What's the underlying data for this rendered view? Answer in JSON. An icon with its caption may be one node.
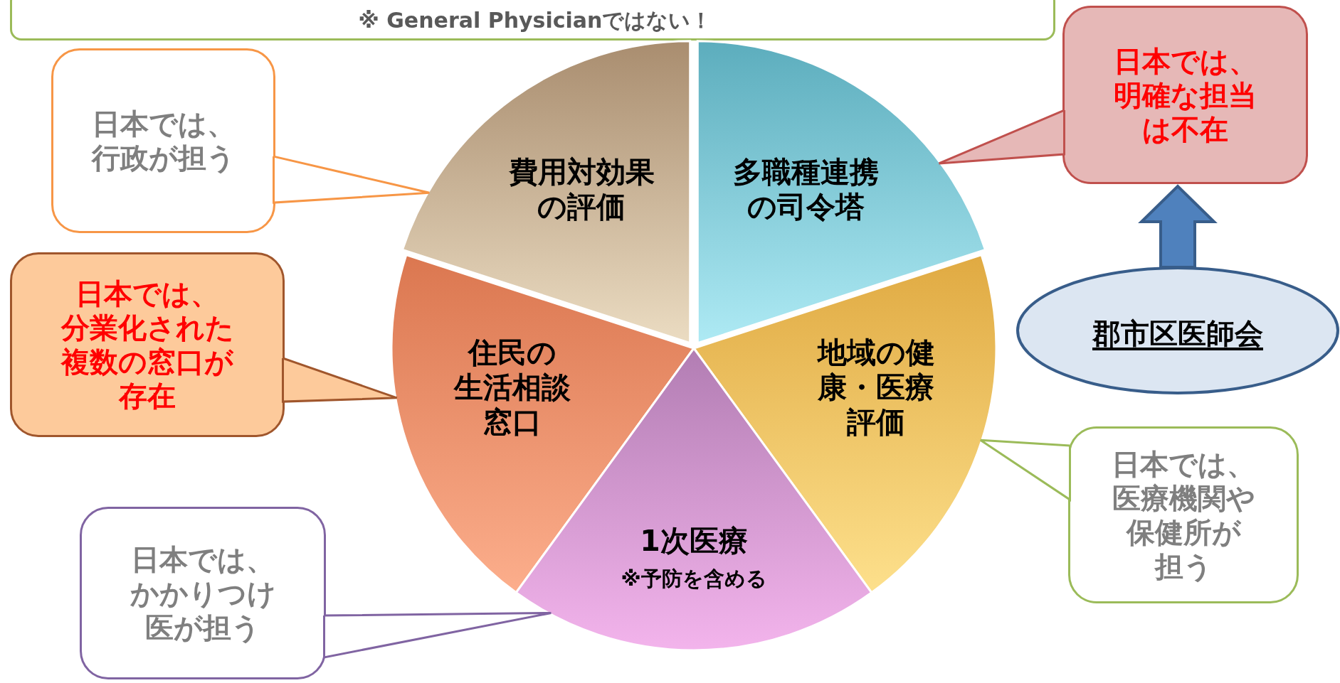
{
  "diagram": {
    "nodes": [
      {
        "text": [
          "※ General Physicianではない！"
        ]
      },
      {
        "text": [
          "日本では、行政が担う"
        ]
      },
      {
        "text": [
          "費用対効果の評価"
        ]
      },
      {
        "text": [
          "多職種連携の司令塔"
        ]
      },
      {
        "text": [
          "日本では、明確な担当は不在"
        ]
      },
      {
        "text": [
          "日本では、分業化された複数の窓口が存在"
        ]
      },
      {
        "text": [
          "住民の生活相談窓口"
        ]
      },
      {
        "text": [
          "地域の健康・医療評価"
        ]
      },
      {
        "text": [
          "郡市区医師会"
        ]
      },
      {
        "text": [
          "日本では、医療機関や保健所が担う"
        ]
      },
      {
        "text": [
          "1次医療",
          "※予防を含める"
        ]
      },
      {
        "text": [
          "日本では、かかりつけ医が担う"
        ]
      }
    ],
    "edges": [
      {
        "from": 1,
        "to": 2,
        "arrow": "none",
        "color": "#f79646"
      },
      {
        "from": 4,
        "to": 3,
        "arrow": "none",
        "color": "#c0504d"
      },
      {
        "from": 5,
        "to": 6,
        "arrow": "none",
        "color": "#a0562c"
      },
      {
        "from": 9,
        "to": 7,
        "arrow": "none",
        "color": "#9bbb59"
      },
      {
        "from": 11,
        "to": 10,
        "arrow": "none",
        "color": "#8064a2"
      },
      {
        "from": 8,
        "to": 4,
        "arrow": "to",
        "style": "thick",
        "color": "#4f81bd"
      }
    ]
  }
}
